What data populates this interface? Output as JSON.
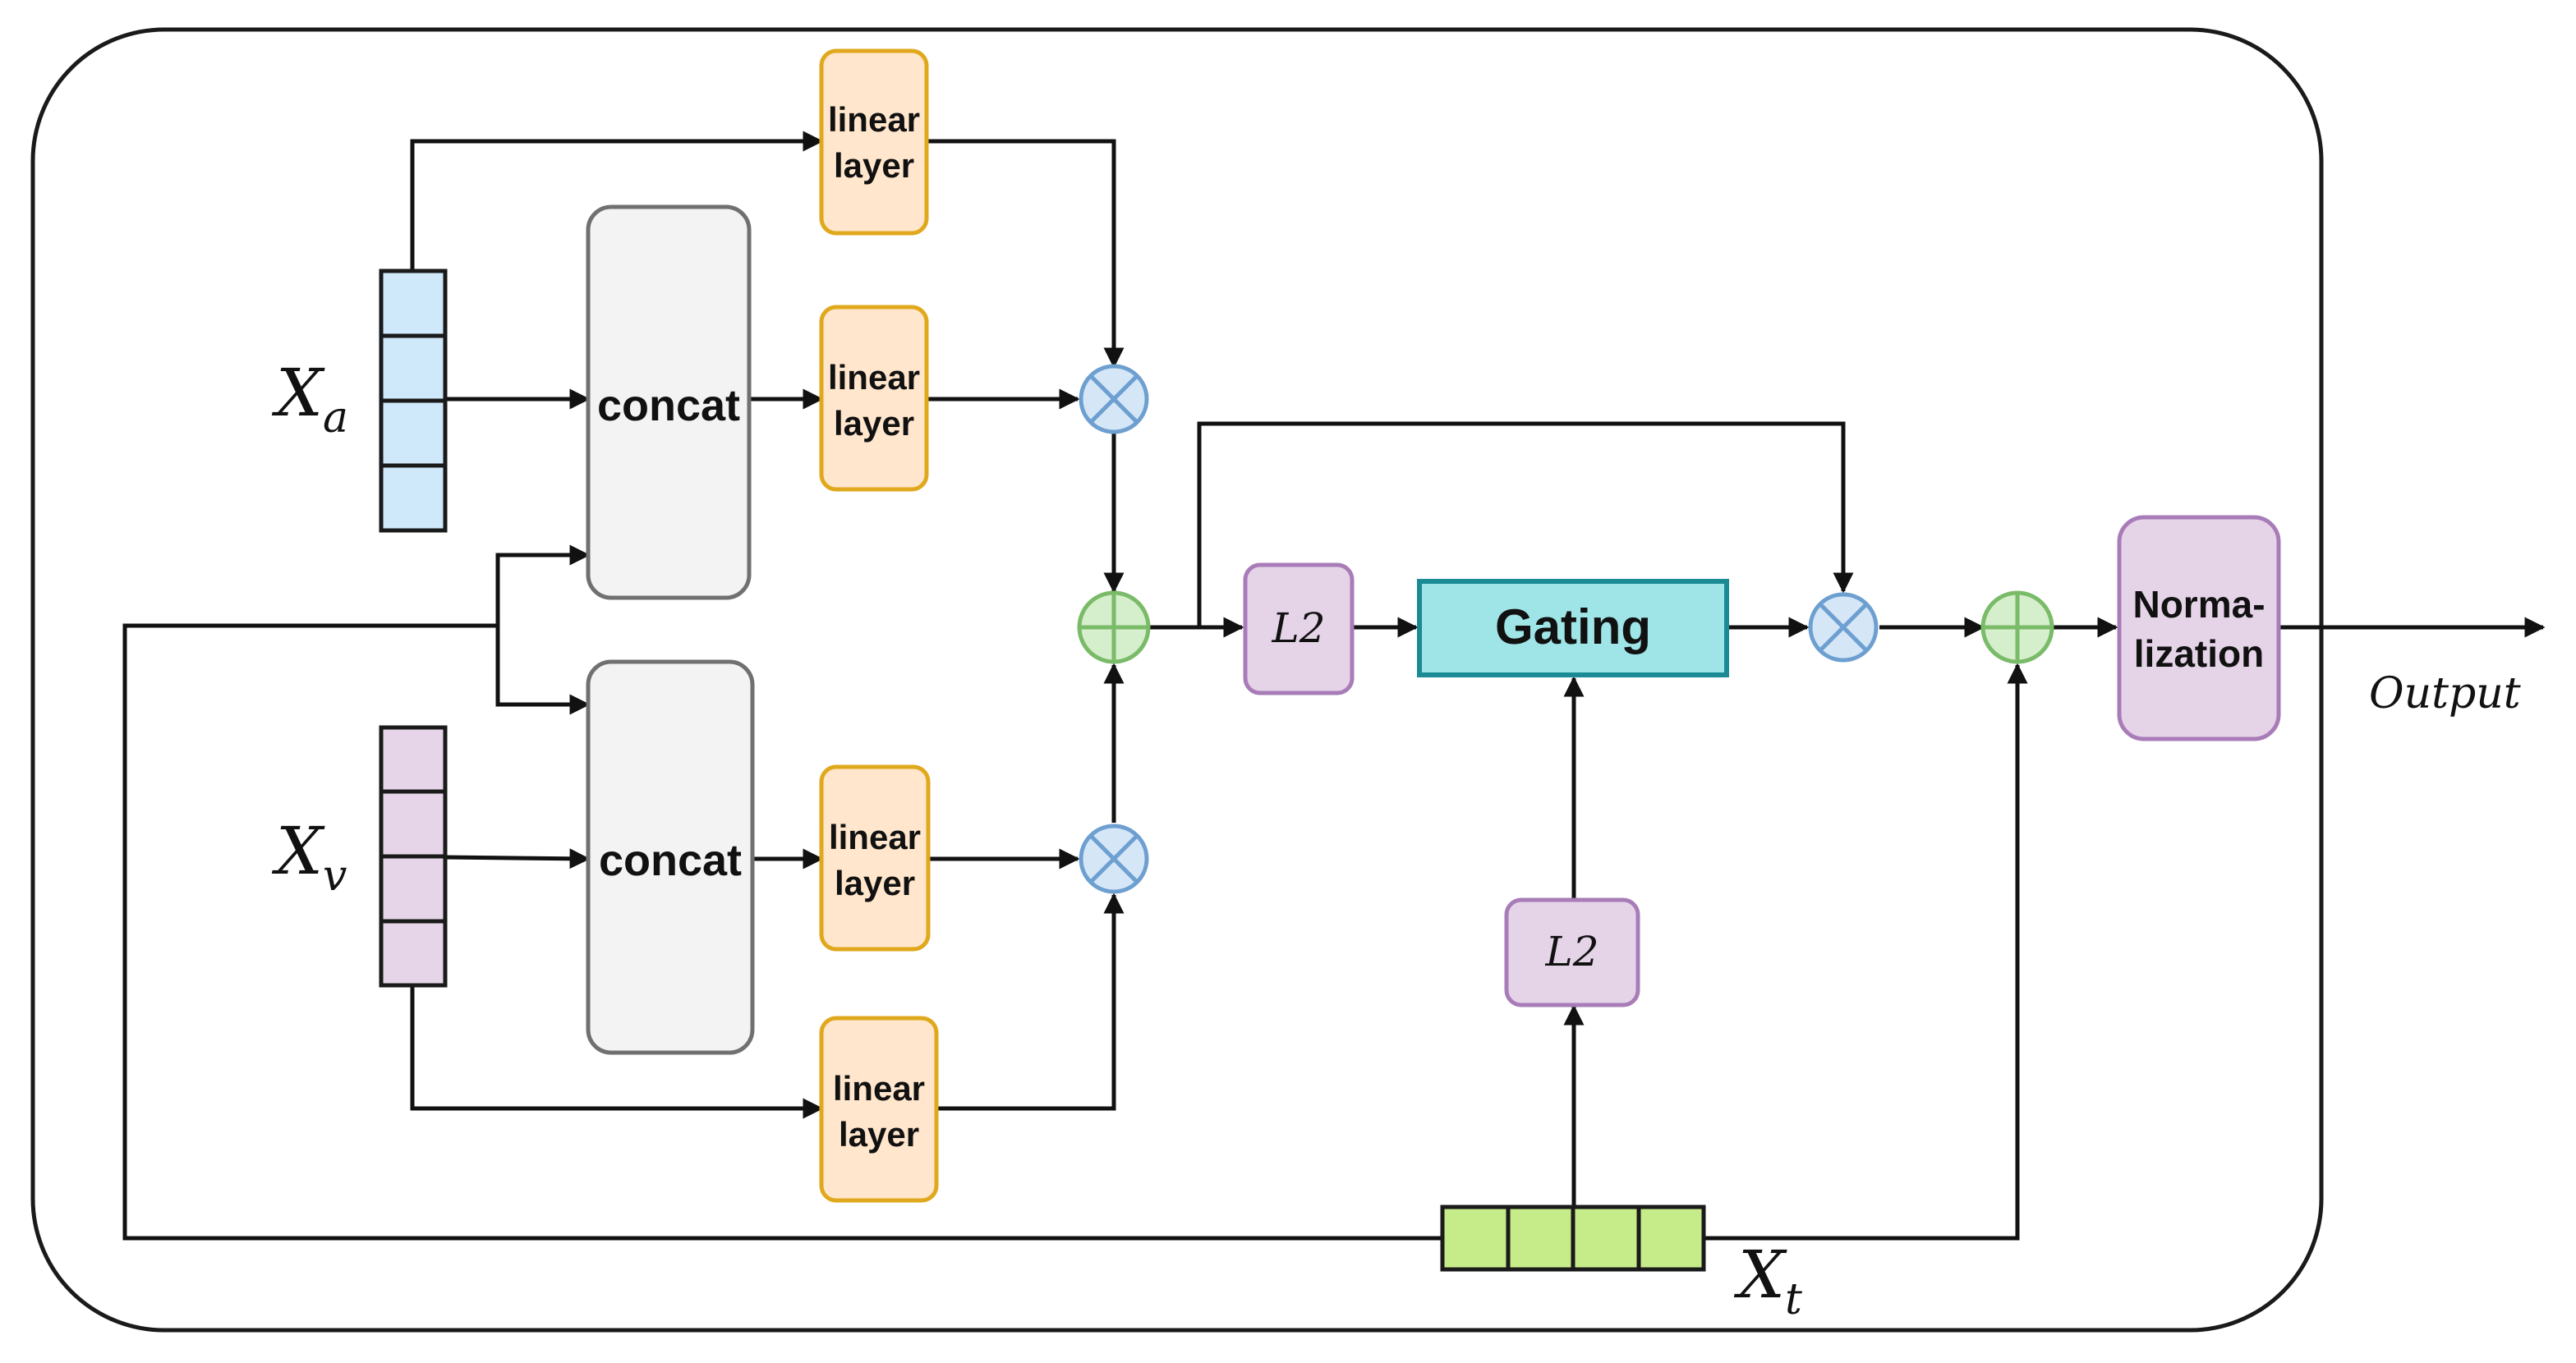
{
  "inputs": {
    "xa": {
      "base": "X",
      "sub": "a"
    },
    "xv": {
      "base": "X",
      "sub": "v"
    },
    "xt": {
      "base": "X",
      "sub": "t"
    }
  },
  "blocks": {
    "concat_top": "concat",
    "concat_bottom": "concat",
    "linear_label_line1": "linear",
    "linear_label_line2": "layer",
    "l2_top": "L2",
    "l2_bottom": "L2",
    "gating": "Gating",
    "norm_line1": "Norma-",
    "norm_line2": "lization"
  },
  "output_label": "Output",
  "colors": {
    "xa_vector": "#cfe8fa",
    "xv_vector": "#e6d5e8",
    "xt_vector": "#c6ec8a",
    "concat_fill": "#f3f3f3",
    "linear_fill": "#ffe6cc",
    "linear_stroke": "#e0a81c",
    "l2_fill": "#e5d4e8",
    "l2_stroke": "#a87cb8",
    "gating_fill": "#9fe4e6",
    "gating_stroke": "#1a8a94",
    "multiply_fill": "#d5e6f7",
    "multiply_stroke": "#6d9fd0",
    "add_fill": "#d5eecc",
    "add_stroke": "#79bb68"
  }
}
